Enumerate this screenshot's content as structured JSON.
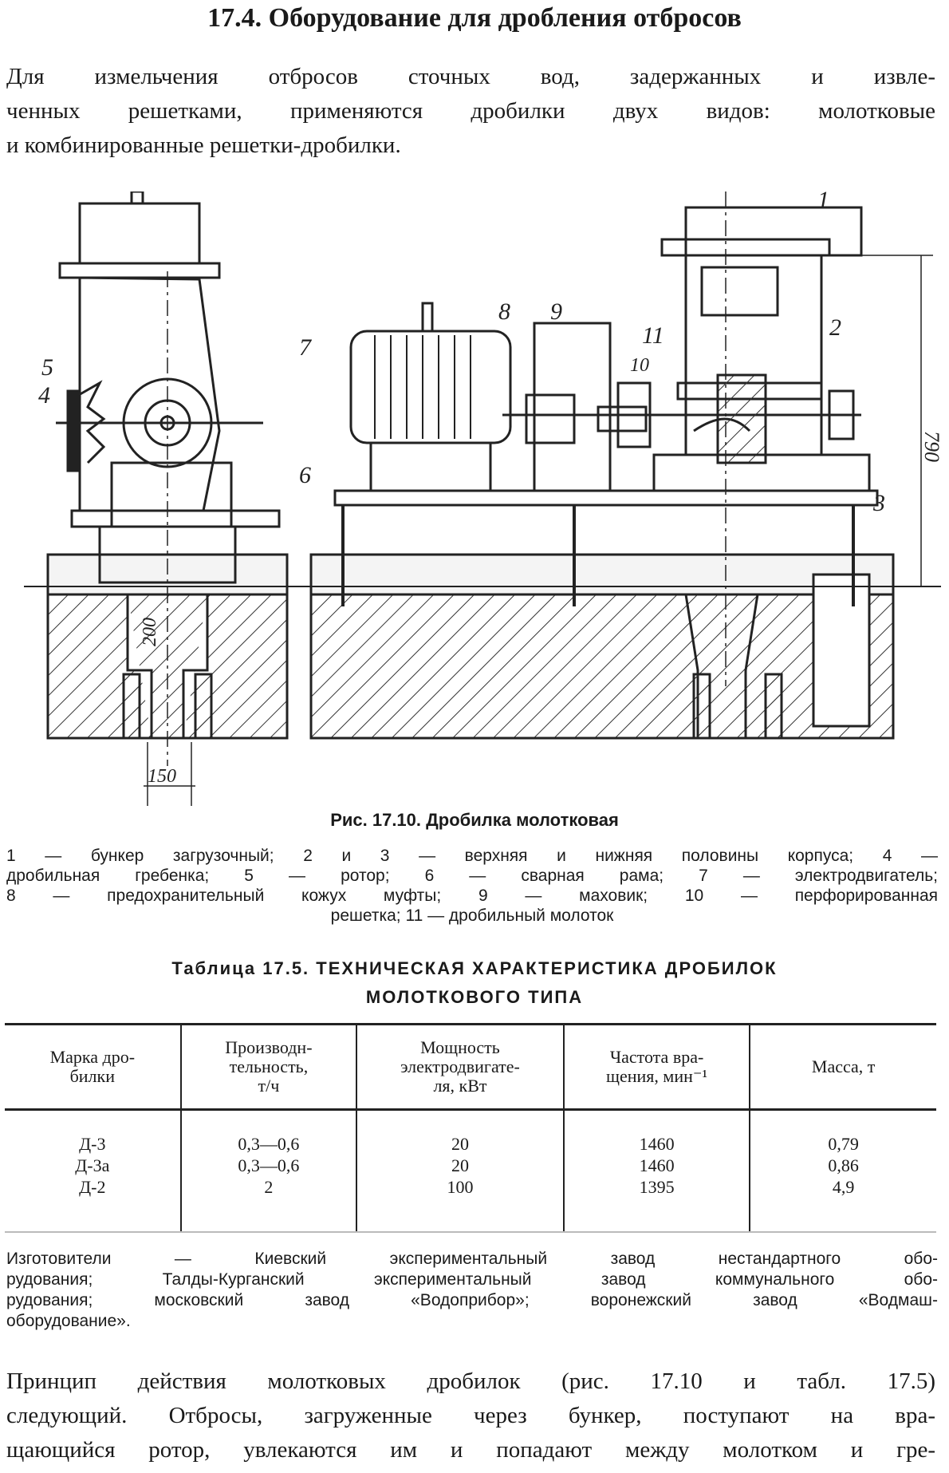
{
  "heading": "17.4. Оборудование для дробления отбросов",
  "intro": [
    "Для измельчения отбросов сточных вод, задержанных и извле-",
    "ченных решетками, применяются дробилки двух видов: молотковые",
    "и комбинированные решетки-дробилки."
  ],
  "figure": {
    "callouts": [
      "1",
      "2",
      "3",
      "4",
      "5",
      "6",
      "7",
      "8",
      "9",
      "10",
      "11"
    ],
    "dimensions": {
      "height": "790",
      "pipe_len": "200",
      "pipe_width": "150"
    },
    "caption": "Рис. 17.10. Дробилка молотковая",
    "legend": [
      "1 — бункер загрузочный; 2 и 3 — верхняя и нижняя  половины корпуса; 4 —",
      "дробильная гребенка; 5 — ротор; 6 — сварная  рама;  7 — электродвигатель;",
      "8 — предохранительный кожух муфты;  9 — маховик;  10 — перфорированная",
      "решетка; 11 — дробильный молоток"
    ]
  },
  "table": {
    "title_lines": [
      "Таблица  17.5.  ТЕХНИЧЕСКАЯ ХАРАКТЕРИСТИКА ДРОБИЛОК",
      "МОЛОТКОВОГО ТИПА"
    ],
    "headers": [
      "Марка дро-\nбилки",
      "Производн-\nтельность,\nт/ч",
      "Мощность\nэлектродвигате-\nля, кВт",
      "Частота вра-\nщения, мин⁻¹",
      "Масса, т"
    ],
    "rows": [
      [
        "Д-3",
        "0,3—0,6",
        "20",
        "1460",
        "0,79"
      ],
      [
        "Д-3а",
        "0,3—0,6",
        "20",
        "1460",
        "0,86"
      ],
      [
        "Д-2",
        "2",
        "100",
        "1395",
        "4,9"
      ]
    ],
    "note": [
      "Изготовители — Киевский  экспериментальный завод нестандартного обо-",
      "рудования; Талды-Курганский экспериментальный завод коммунального обо-",
      "рудования;  московский  завод  «Водоприбор»;  воронежский  завод  «Водмаш-",
      "оборудование»."
    ]
  },
  "body": [
    "Принцип действия молотковых дробилок (рис. 17.10 и табл. 17.5)",
    "следующий. Отбросы, загруженные через бункер, поступают на вра-",
    "щающийся ротор, увлекаются им и попадают между молотком и гре-"
  ]
}
